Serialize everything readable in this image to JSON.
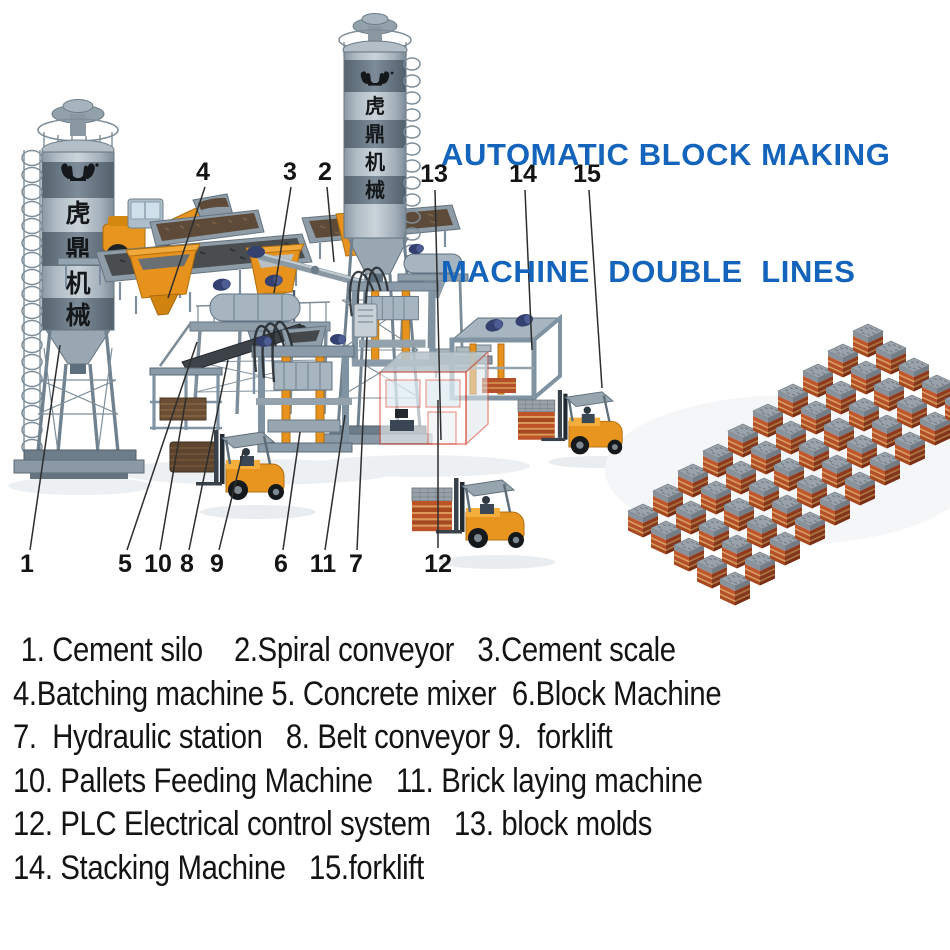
{
  "title": {
    "line1": "AUTOMATIC BLOCK MAKING",
    "line2": "MACHINE  DOUBLE  LINES",
    "color": "#1564bb"
  },
  "brand": {
    "name": "虎鼎机械",
    "vertical_chars": [
      "虎",
      "鼎",
      "机",
      "械"
    ],
    "small_label": "虎鼎机械"
  },
  "callouts": {
    "top": [
      {
        "n": "4"
      },
      {
        "n": "3"
      },
      {
        "n": "2"
      },
      {
        "n": "13"
      },
      {
        "n": "14"
      },
      {
        "n": "15"
      }
    ],
    "bottom": [
      {
        "n": "1"
      },
      {
        "n": "5"
      },
      {
        "n": "10"
      },
      {
        "n": "8"
      },
      {
        "n": "9"
      },
      {
        "n": "6"
      },
      {
        "n": "11"
      },
      {
        "n": "7"
      },
      {
        "n": "12"
      }
    ]
  },
  "legend": {
    "lines": [
      " 1. Cement silo    2.Spiral conveyor   3.Cement scale",
      "4.Batching machine 5. Concrete mixer  6.Block Machine",
      "7.  Hydraulic station   8. Belt conveyor 9.  forklift",
      "10. Pallets Feeding Machine   11. Brick laying machine",
      "12. PLC Electrical control system   13. block molds",
      "14. Stacking Machine   15.forklift"
    ]
  },
  "colors": {
    "accent_blue": "#1564bb",
    "machine_orange": "#e8921e",
    "steel_gray": "#8d9ca7",
    "pallet_red": "#b3502a",
    "block_gray": "#9aa3ab",
    "cabin_edge_red": "#d84330"
  }
}
